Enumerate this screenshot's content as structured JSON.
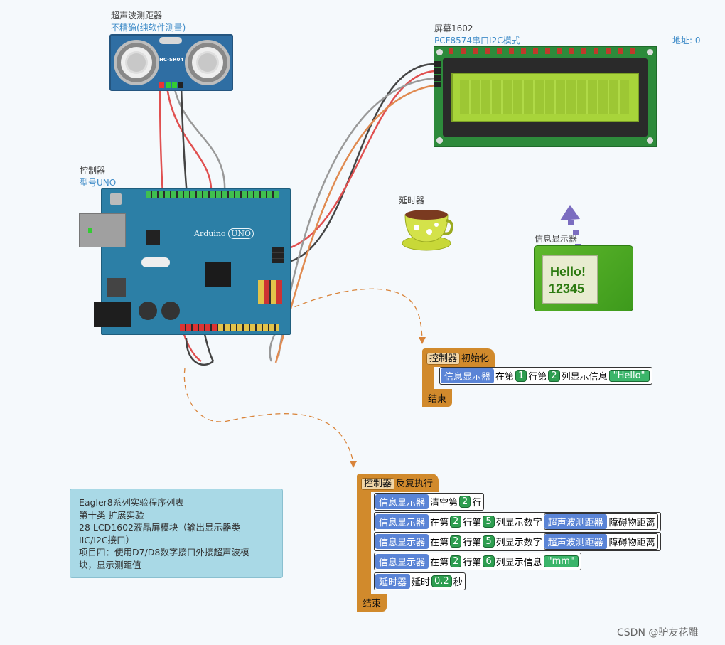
{
  "sensor": {
    "title": "超声波测距器",
    "subtitle": "不精确(纯软件测量)",
    "model": "HC-SR04"
  },
  "lcd": {
    "title": "屏幕1602",
    "subtitle": "PCF8574串口I2C模式",
    "address": "地址: 0"
  },
  "controller": {
    "title": "控制器",
    "subtitle": "型号UNO",
    "brand": "Arduino",
    "model": "UNO"
  },
  "delayer": {
    "title": "延时器"
  },
  "display": {
    "title": "信息显示器",
    "line1": "Hello!",
    "line2": "12345"
  },
  "init_program": {
    "hat_device": "控制器",
    "hat_text": "初始化",
    "stmt": {
      "device": "信息显示器",
      "t1": "在第",
      "n1": "1",
      "t2": "行第",
      "n2": "2",
      "t3": "列显示信息",
      "str": "\"Hello\""
    },
    "end": "结束"
  },
  "loop_program": {
    "hat_device": "控制器",
    "hat_text": "反复执行",
    "s1": {
      "device": "信息显示器",
      "t1": "清空第",
      "n1": "2",
      "t2": "行"
    },
    "s2": {
      "device": "信息显示器",
      "t1": "在第",
      "n1": "2",
      "t2": "行第",
      "n2": "5",
      "t3": "列显示数字",
      "sensor": "超声波测距器",
      "t4": "障碍物距离"
    },
    "s3": {
      "device": "信息显示器",
      "t1": "在第",
      "n1": "2",
      "t2": "行第",
      "n2": "5",
      "t3": "列显示数字",
      "sensor": "超声波测距器",
      "t4": "障碍物距离"
    },
    "s4": {
      "device": "信息显示器",
      "t1": "在第",
      "n1": "2",
      "t2": "行第",
      "n2": "6",
      "t3": "列显示信息",
      "str": "\"mm\""
    },
    "s5": {
      "device": "延时器",
      "t1": "延时",
      "n1": "0.2",
      "t2": "秒"
    },
    "end": "结束"
  },
  "note": {
    "line1": "Eagler8系列实验程序列表",
    "line2": "第十类 扩展实验",
    "line3": "28 LCD1602液晶屏模块（输出显示器类",
    "line4": "IIC/I2C接口）",
    "line5": "项目四：使用D7/D8数字接口外接超声波模",
    "line6": "块，显示测距值"
  },
  "watermark": "CSDN @驴友花雕",
  "colors": {
    "block_orange": "#d18a2c",
    "device_blue": "#5a84d6",
    "number_green": "#2e9e50",
    "board_blue": "#2c7fa6",
    "lcd_green": "#a8d43a"
  }
}
